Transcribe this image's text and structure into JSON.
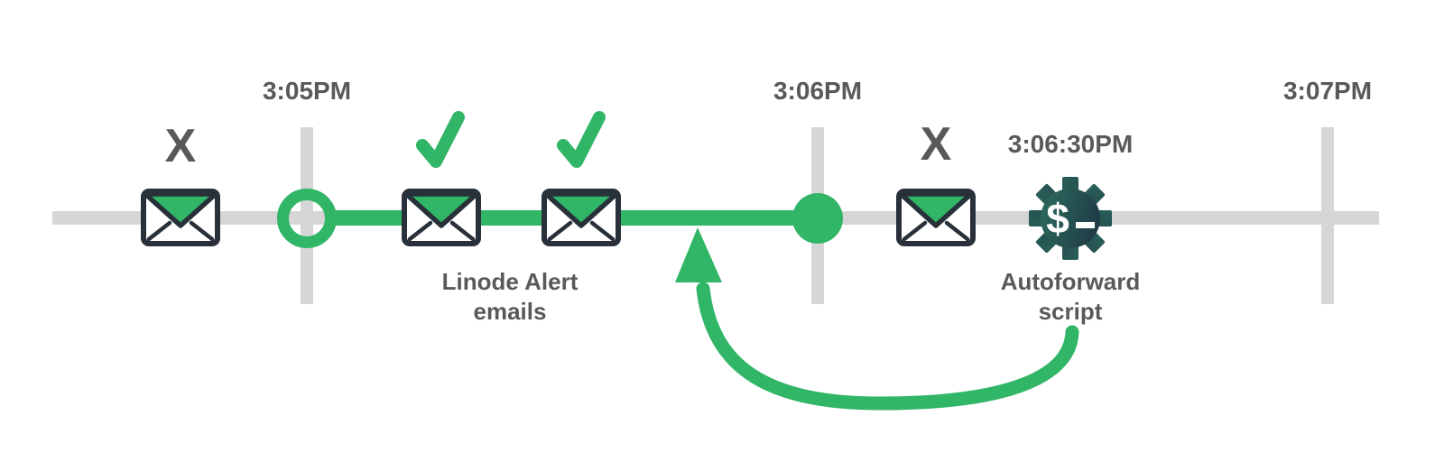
{
  "diagram_type": "timeline",
  "colors": {
    "accent_green": "#31b567",
    "track_gray": "#d6d6d6",
    "text_gray": "#58595b",
    "envelope_outline": "#28303a",
    "gear_gradient_start": "#2d6f60",
    "gear_gradient_end": "#1d3040",
    "background": "#ffffff"
  },
  "timeline": {
    "tick_labels": [
      "3:05PM",
      "3:06PM",
      "3:07PM"
    ],
    "highlighted_interval": {
      "start_label": "3:05PM",
      "end_label": "3:06PM",
      "start_marker": "open-circle",
      "end_marker": "filled-dot"
    }
  },
  "markers": {
    "failed": "X",
    "success_icon": "checkmark-icon",
    "email_icon": "envelope-icon",
    "script_icon": "gear-dollar-icon"
  },
  "events": [
    {
      "icon": "envelope-icon",
      "status": "failed",
      "position": "before 3:05PM"
    },
    {
      "icon": "envelope-icon",
      "status": "delivered",
      "position": "between 3:05PM and 3:06PM"
    },
    {
      "icon": "envelope-icon",
      "status": "delivered",
      "position": "between 3:05PM and 3:06PM"
    },
    {
      "icon": "envelope-icon",
      "status": "failed",
      "position": "after 3:06PM"
    },
    {
      "icon": "gear-dollar-icon",
      "status": "script-run",
      "time": "3:06:30PM"
    }
  ],
  "labels": {
    "alert_emails": {
      "line1": "Linode Alert",
      "line2": "emails"
    },
    "autoforward": {
      "line1": "Autoforward",
      "line2": "script"
    },
    "script_time": "3:06:30PM"
  },
  "gear": {
    "dollar_glyph": "$"
  },
  "arrow": {
    "meaning": "loop from autoforward script back to interval before 3:06PM"
  }
}
